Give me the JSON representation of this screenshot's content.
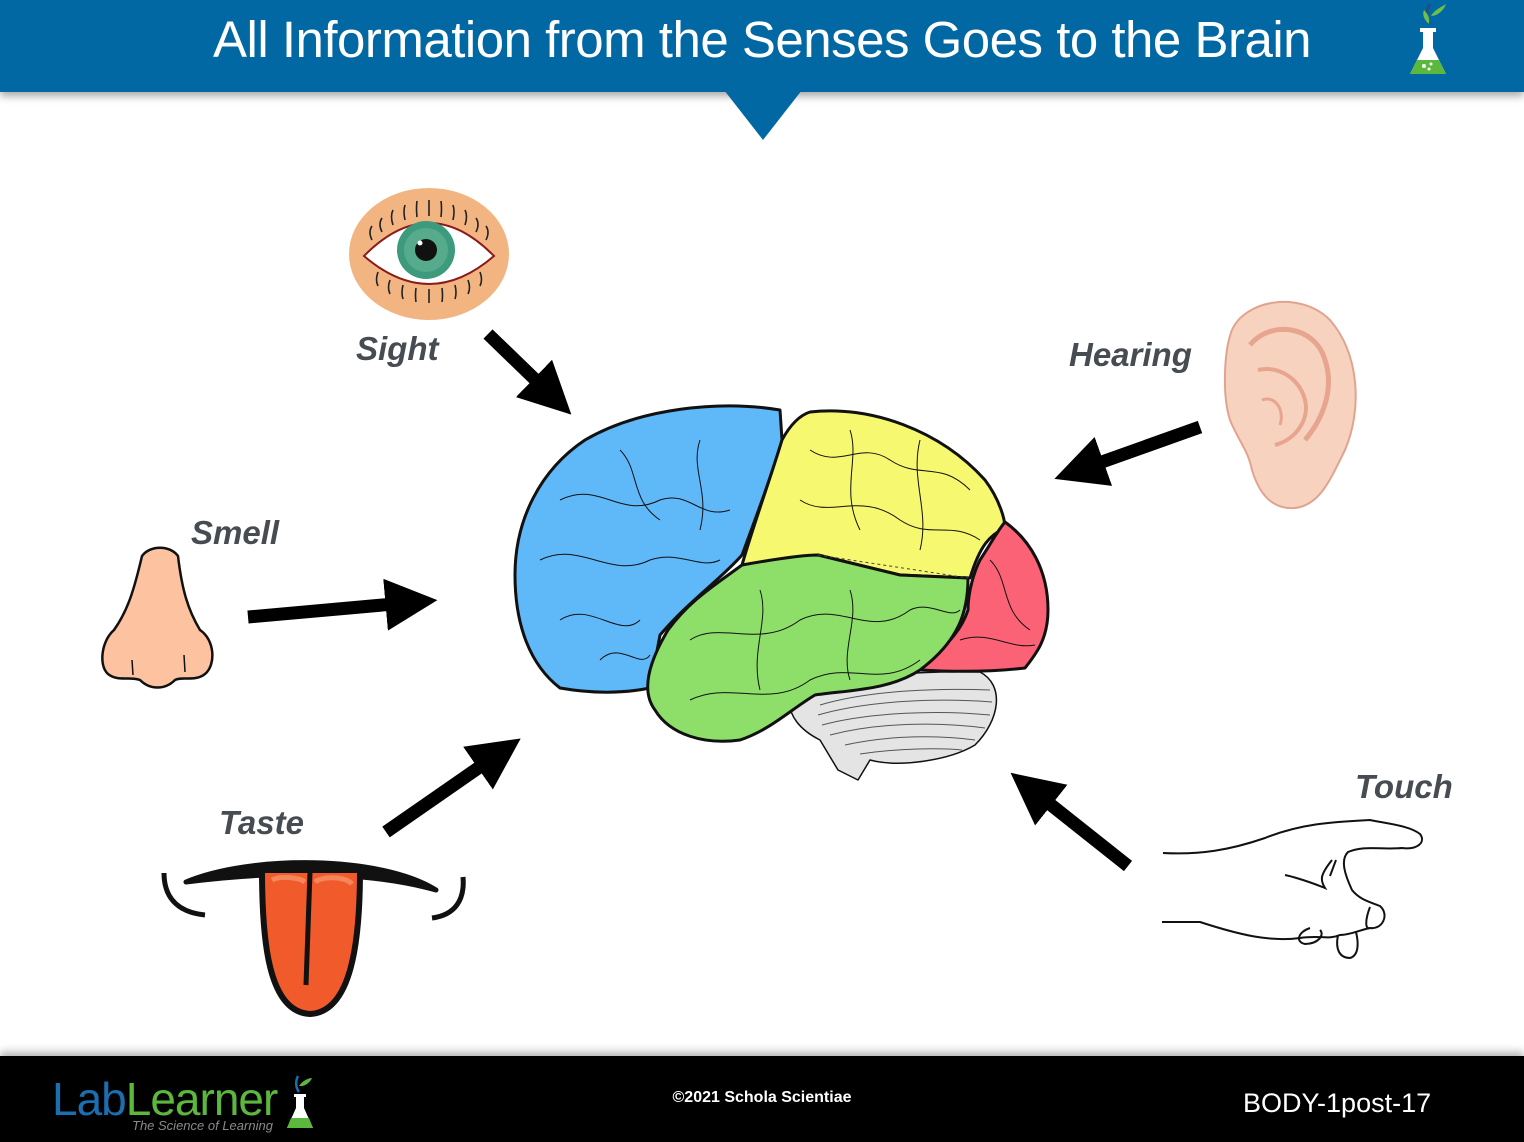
{
  "header": {
    "title": "All Information from the Senses Goes to the Brain",
    "background_color": "#0168a3",
    "icon": "flask-plant-icon"
  },
  "senses": [
    {
      "id": "sight",
      "label": "Sight",
      "icon": "eye-icon"
    },
    {
      "id": "hearing",
      "label": "Hearing",
      "icon": "ear-icon"
    },
    {
      "id": "smell",
      "label": "Smell",
      "icon": "nose-icon"
    },
    {
      "id": "taste",
      "label": "Taste",
      "icon": "tongue-icon"
    },
    {
      "id": "touch",
      "label": "Touch",
      "icon": "hand-icon"
    }
  ],
  "brain": {
    "icon": "brain-icon",
    "lobe_colors": {
      "frontal": "#5fb8f8",
      "parietal": "#f6f86f",
      "temporal": "#8ede6a",
      "occipital": "#fb6276",
      "cerebellum": "#e4e4e4"
    }
  },
  "footer": {
    "logo_part1": "Lab",
    "logo_part2": "Learner",
    "logo_tagline": "The Science of Learning",
    "copyright": "©2021 Schola Scientiae",
    "slide_code": "BODY-1post-17"
  }
}
